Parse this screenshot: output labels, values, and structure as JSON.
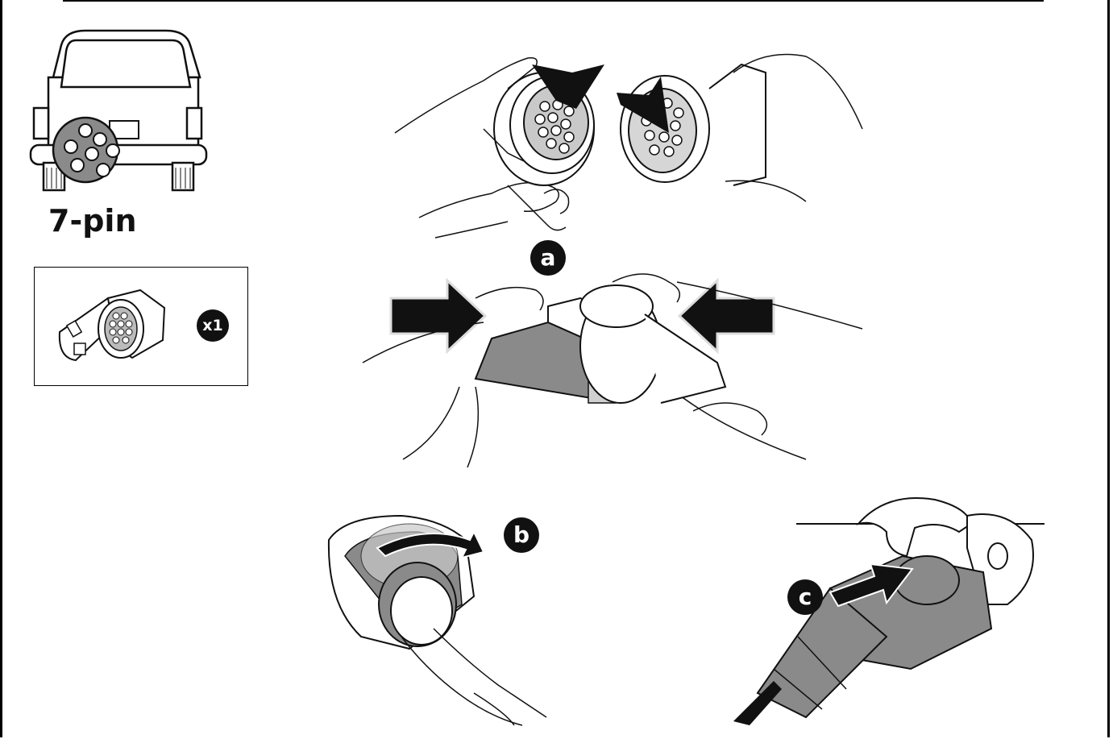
{
  "vehicle": {
    "socket_label": "7-pin"
  },
  "kit": {
    "quantity": "x1"
  },
  "steps": {
    "a": "a",
    "b": "b",
    "c": "c"
  },
  "icons": [
    "car-rear-icon",
    "adapter-icon",
    "hands-connector-icon",
    "press-arrow-icon",
    "rotate-arrow-icon",
    "push-arrow-icon"
  ],
  "colors": {
    "ink": "#111111",
    "housing_gray": "#8a8a8a",
    "light_gray": "#cfcfcf"
  }
}
